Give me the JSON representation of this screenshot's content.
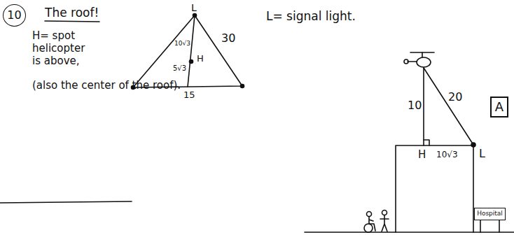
{
  "diagram": {
    "nodes": [
      {
        "text": [
          "10"
        ]
      },
      {
        "text": [
          "A"
        ]
      },
      {
        "text": [
          "Hospital"
        ]
      }
    ],
    "labels": [
      "The roof!",
      "H= spot helicopter is above,",
      "(also the center of the roof).",
      "L",
      "10√3",
      "30",
      "H",
      "5√3",
      "15",
      "L= signal light.",
      "10",
      "20",
      "H",
      "10√3",
      "L"
    ]
  }
}
